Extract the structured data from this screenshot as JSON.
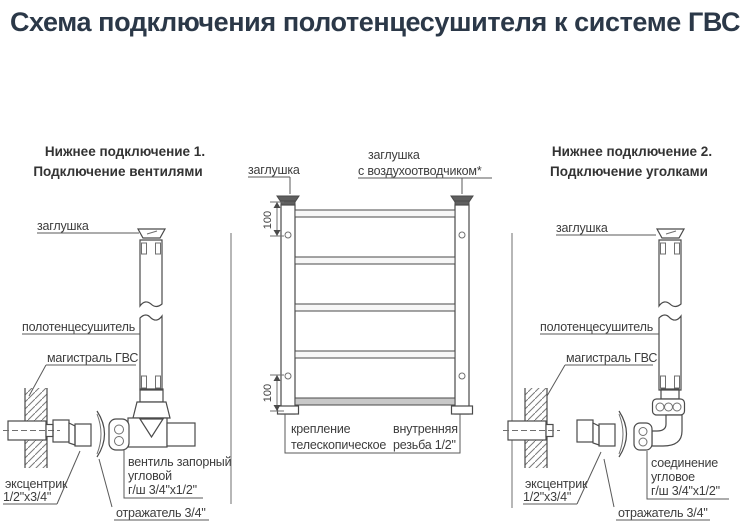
{
  "title": "Схема подключения полотенцесушителя к системе ГВС",
  "colors": {
    "title": "#2b3848",
    "line": "#4a4a4a",
    "text": "#3d3d3d"
  },
  "left": {
    "heading1": "Нижнее подключение 1.",
    "heading2": "Подключение вентилями",
    "cap_label": "заглушка",
    "towel_rail_label": "полотенцесушитель",
    "main_label": "магистраль ГВС",
    "eccentric_line1": "эксцентрик",
    "eccentric_line2": "1/2\"х3/4\"",
    "valve_line1": "вентиль запорный",
    "valve_line2": "угловой",
    "valve_line3": "г/ш 3/4\"х1/2\"",
    "reflector_label": "отражатель 3/4\""
  },
  "center": {
    "cap_label": "заглушка",
    "vent_cap_line1": "заглушка",
    "vent_cap_line2": "с воздухоотводчиком*",
    "dim_top": "100",
    "dim_bottom": "100",
    "mount_line1": "крепление",
    "mount_line2": "телескопическое",
    "thread_line1": "внутренняя",
    "thread_line2": "резьба 1/2\""
  },
  "right": {
    "heading1": "Нижнее подключение 2.",
    "heading2": "Подключение уголками",
    "cap_label": "заглушка",
    "towel_rail_label": "полотенцесушитель",
    "main_label": "магистраль ГВС",
    "eccentric_line1": "эксцентрик",
    "eccentric_line2": "1/2\"х3/4\"",
    "elbow_line1": "соединение",
    "elbow_line2": "угловое",
    "elbow_line3": "г/ш 3/4\"х1/2\"",
    "reflector_label": "отражатель 3/4\""
  }
}
